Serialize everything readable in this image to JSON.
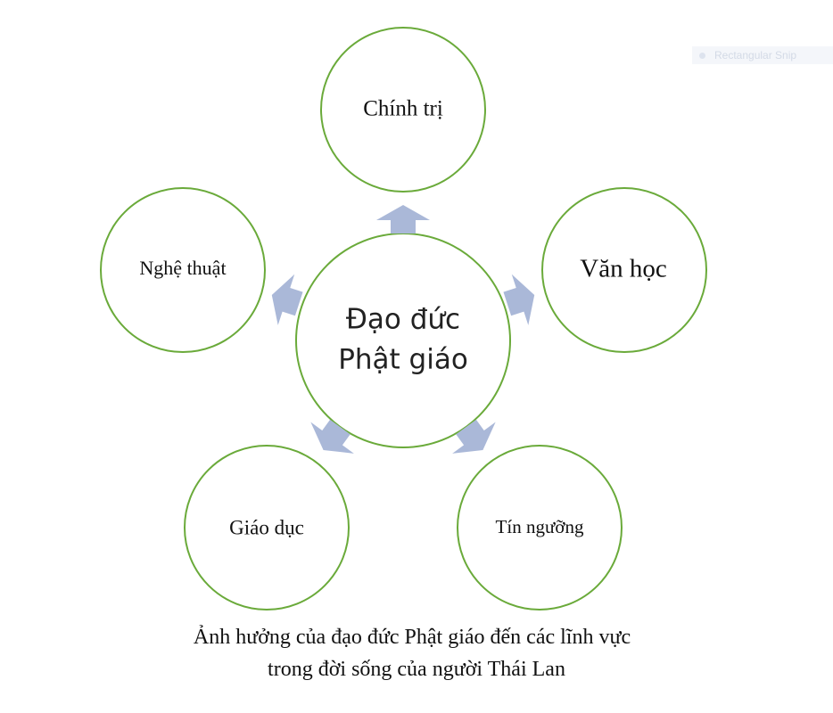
{
  "center": {
    "line1": "Đạo đức",
    "line2": "Phật giáo"
  },
  "nodes": [
    {
      "id": "chinh-tri",
      "label": "Chính trị"
    },
    {
      "id": "van-hoc",
      "label": "Văn học"
    },
    {
      "id": "tin-nguong",
      "label": "Tín ngưỡng"
    },
    {
      "id": "giao-duc",
      "label": "Giáo dục"
    },
    {
      "id": "nghe-thuat",
      "label": "Nghệ thuật"
    }
  ],
  "caption": {
    "line1": "Ảnh hưởng của đạo đức Phật giáo đến các lĩnh vực",
    "line2": "trong đời sống của người Thái Lan"
  },
  "overlay": {
    "snip_label": "Rectangular Snip"
  },
  "colors": {
    "circle_stroke": "#6aaa3a",
    "arrow_fill": "#aab8d8"
  }
}
